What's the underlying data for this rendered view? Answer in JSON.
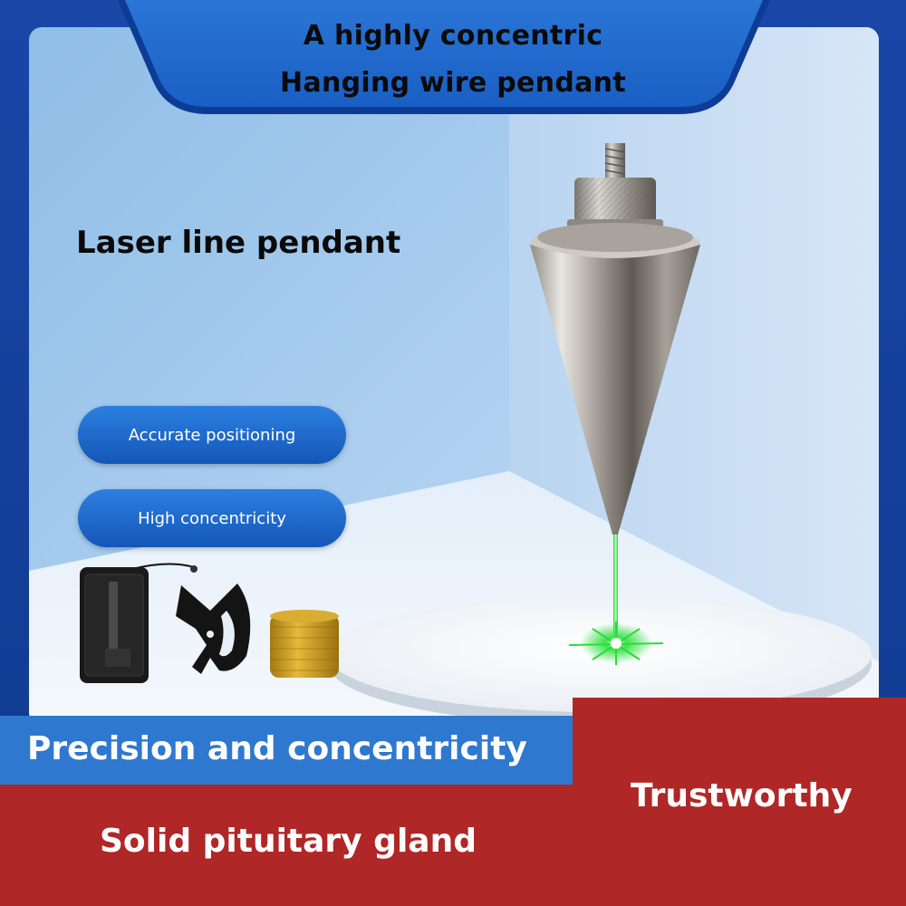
{
  "header": {
    "line1": "A highly concentric",
    "line2": "Hanging wire pendant"
  },
  "subtitle": "Laser line pendant",
  "features": [
    {
      "label": "Accurate positioning"
    },
    {
      "label": "High concentricity"
    }
  ],
  "bands": {
    "precision": "Precision and concentricity",
    "trustworthy": "Trustworthy",
    "solid": "Solid pituitary gland"
  },
  "colors": {
    "header_blue": "#1a5fc4",
    "pill_blue": "#1f6ad0",
    "band_blue": "#2f78cf",
    "band_red": "#b02727",
    "laser_green": "#2bdc3a"
  },
  "icons": [
    "plumb-bob-image",
    "laser-dot-icon",
    "carry-case-image",
    "line-winder-image",
    "thread-spool-image"
  ]
}
